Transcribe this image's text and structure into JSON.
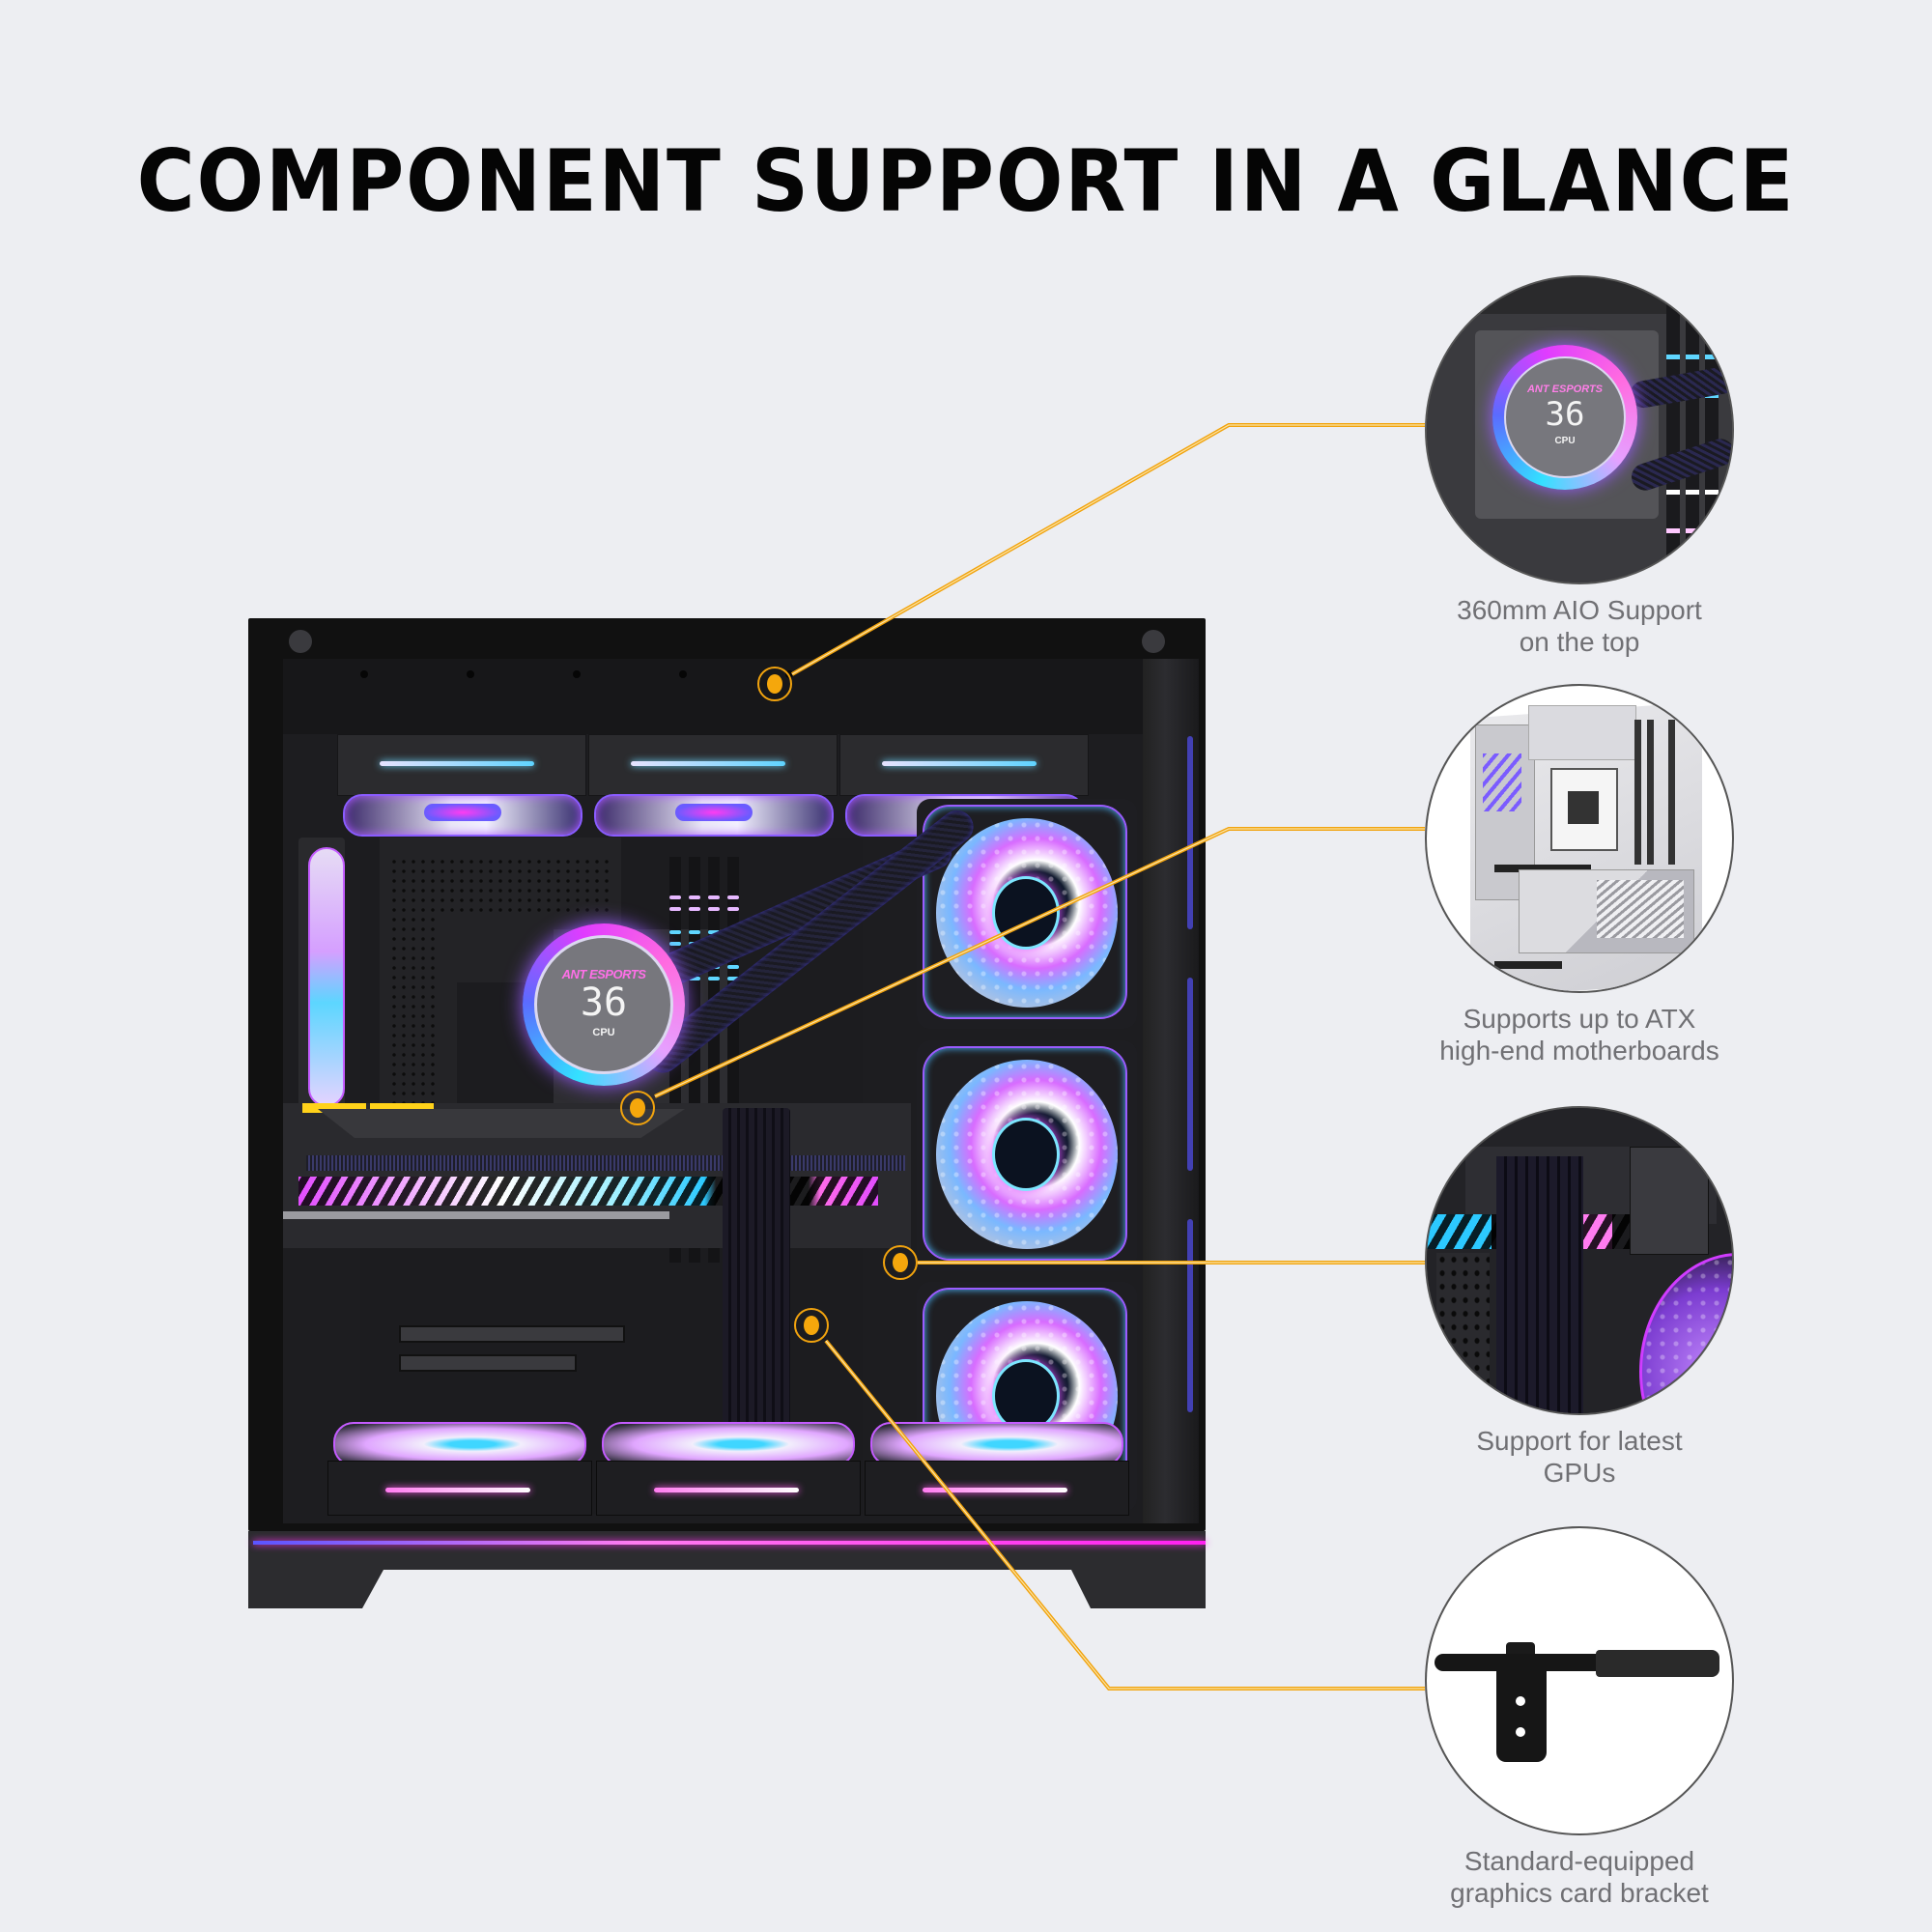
{
  "title": "COMPONENT SUPPORT IN A GLANCE",
  "colors": {
    "background": "#edeef2",
    "callout_accent": "#f5a70c",
    "caption_text": "#707074",
    "title_text": "#050505"
  },
  "case": {
    "pump_display": {
      "brand": "ANT ESPORTS",
      "temperature": "36",
      "label": "CPU"
    }
  },
  "features": [
    {
      "id": "aio",
      "caption_line1": "360mm AIO Support",
      "caption_line2": "on the top",
      "image": "aio-cooler-closeup",
      "pump_brand": "ANT ESPORTS",
      "pump_temperature": "36",
      "pump_label": "CPU"
    },
    {
      "id": "motherboard",
      "caption_line1": "Supports up to ATX",
      "caption_line2": "high-end motherboards",
      "image": "atx-motherboard"
    },
    {
      "id": "gpu",
      "caption_line1": "Support for latest",
      "caption_line2": "GPUs",
      "image": "gpu-closeup"
    },
    {
      "id": "bracket",
      "caption_line1": "Standard-equipped",
      "caption_line2": "graphics card bracket",
      "image": "gpu-support-bracket"
    }
  ]
}
